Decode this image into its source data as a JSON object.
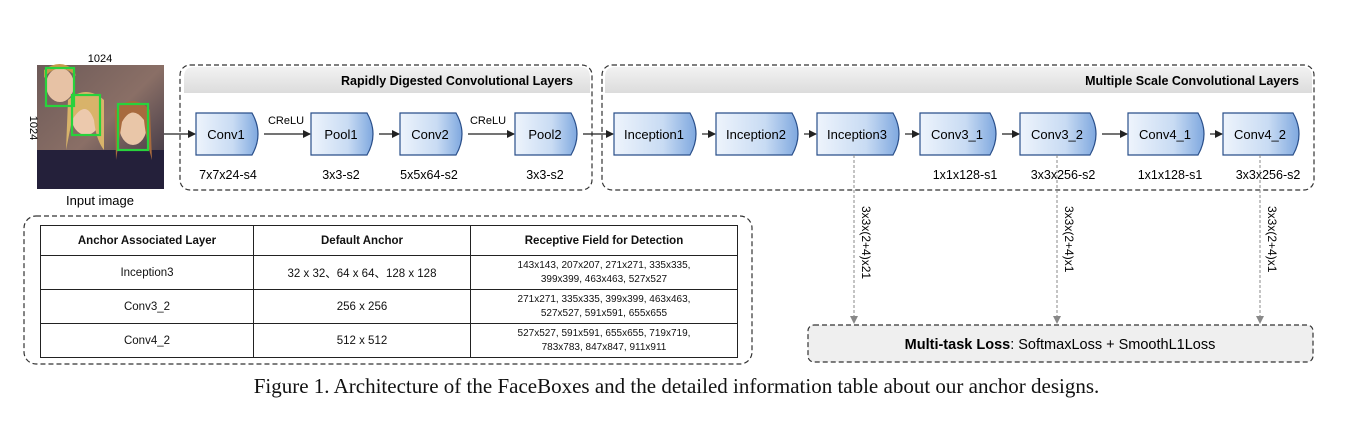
{
  "input": {
    "width_label": "1024",
    "height_label": "1024",
    "caption": "Input image"
  },
  "panels": {
    "rdcl_title": "Rapidly Digested Convolutional Layers",
    "mscl_title": "Multiple Scale Convolutional Layers"
  },
  "layers": [
    {
      "name": "Conv1",
      "spec": "7x7x24-s4"
    },
    {
      "name": "Pool1",
      "spec": "3x3-s2"
    },
    {
      "name": "Conv2",
      "spec": "5x5x64-s2"
    },
    {
      "name": "Pool2",
      "spec": "3x3-s2"
    },
    {
      "name": "Inception1",
      "spec": ""
    },
    {
      "name": "Inception2",
      "spec": ""
    },
    {
      "name": "Inception3",
      "spec": ""
    },
    {
      "name": "Conv3_1",
      "spec": "1x1x128-s1"
    },
    {
      "name": "Conv3_2",
      "spec": "3x3x256-s2"
    },
    {
      "name": "Conv4_1",
      "spec": "1x1x128-s1"
    },
    {
      "name": "Conv4_2",
      "spec": "3x3x256-s2"
    }
  ],
  "arrow_labels": [
    "CReLU",
    "CReLU"
  ],
  "outputs": [
    "3x3x(2+4)x21",
    "3x3x(2+4)x1",
    "3x3x(2+4)x1"
  ],
  "loss": {
    "bold": "Multi-task Loss",
    "rest": ": SoftmaxLoss + SmoothL1Loss"
  },
  "table": {
    "headers": [
      "Anchor Associated Layer",
      "Default Anchor",
      "Receptive Field for Detection"
    ],
    "rows": [
      {
        "layer": "Inception3",
        "anchor": "32 x 32、64 x 64、128 x 128",
        "rf1": "143x143, 207x207, 271x271, 335x335,",
        "rf2": "399x399, 463x463, 527x527"
      },
      {
        "layer": "Conv3_2",
        "anchor": "256 x 256",
        "rf1": "271x271, 335x335, 399x399, 463x463,",
        "rf2": "527x527, 591x591, 655x655"
      },
      {
        "layer": "Conv4_2",
        "anchor": "512 x 512",
        "rf1": "527x527, 591x591, 655x655, 719x719,",
        "rf2": "783x783, 847x847, 911x911"
      }
    ]
  },
  "caption": "Figure 1. Architecture of the FaceBoxes and the detailed information table about our anchor designs."
}
